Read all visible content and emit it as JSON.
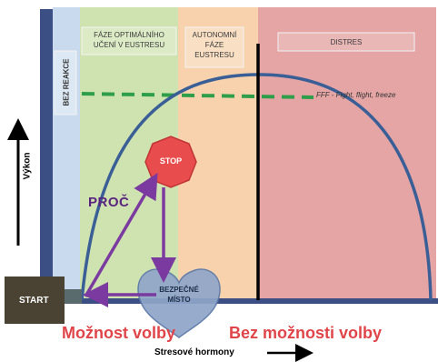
{
  "zones": {
    "no_reaction": "BEZ REAKCE",
    "optimal": "FÁZE OPTIMÁLNÍHO UČENÍ V EUSTRESU",
    "autonomous": "AUTONOMNÍ FÁZE EUSTRESU",
    "distress": "DISTRES"
  },
  "threshold_label": "FFF - Fight, flight, freeze",
  "stop_label": "STOP",
  "why_label": "PROČ",
  "safe_place_label": "BEZPEČNÉ MÍSTO",
  "start_label": "START",
  "choice_label": "Možnost volby",
  "no_choice_label": "Bez možnosti volby",
  "y_axis_label": "Výkon",
  "x_axis_label": "Stresové hormony",
  "colors": {
    "no_reaction": "#c9d9ee",
    "optimal": "#cfe3b0",
    "autonomous": "#f7d2ad",
    "distress": "#e5a5a5",
    "curve": "#3a5e96",
    "threshold": "#2e9e4a",
    "arrows": "#7a3aa0",
    "stop": "#e84c4c",
    "heart": "#8fa6c9",
    "bottom_text": "#e0454a"
  }
}
